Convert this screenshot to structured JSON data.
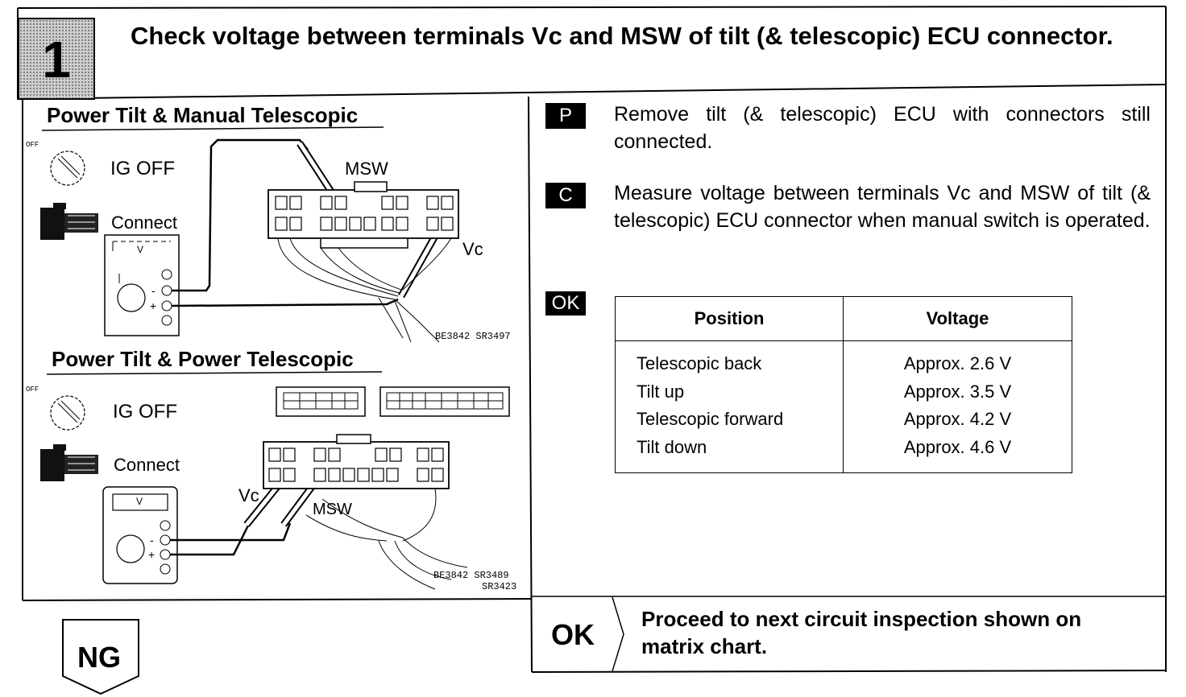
{
  "step": {
    "number": "1"
  },
  "title": "Check voltage between terminals Vc and MSW of tilt (& telescopic) ECU connector.",
  "left_panel": {
    "upper": {
      "caption": "Power Tilt & Manual Telescopic",
      "ig_off": "IG OFF",
      "connect": "Connect",
      "off_mark": "OFF",
      "meter_symbol": "V",
      "msw": "MSW",
      "vc": "Vc",
      "code": "BE3842 SR3497"
    },
    "lower": {
      "caption": "Power Tilt & Power Telescopic",
      "ig_off": "IG OFF",
      "connect": "Connect",
      "off_mark": "OFF",
      "meter_symbol": "V",
      "msw": "MSW",
      "vc": "Vc",
      "code_line1": "BE3842 SR3489",
      "code_line2": "SR3423"
    }
  },
  "right_panel": {
    "p_badge": "P",
    "p_text": "Remove tilt (& telescopic) ECU with connectors still connected.",
    "c_badge": "C",
    "c_text": "Measure voltage between terminals Vc and MSW of tilt (& telescopic) ECU connector when manual switch is operated.",
    "ok_badge": "OK",
    "table": {
      "headers": [
        "Position",
        "Voltage"
      ],
      "rows": [
        [
          "Telescopic back",
          "Approx.  2.6 V"
        ],
        [
          "Tilt up",
          "Approx.  3.5 V"
        ],
        [
          "Telescopic forward",
          "Approx.  4.2 V"
        ],
        [
          "Tilt down",
          "Approx.  4.6 V"
        ]
      ]
    }
  },
  "ok_result": {
    "label": "OK",
    "message": "Proceed to next circuit inspection shown on matrix chart."
  },
  "ng_label": "NG"
}
